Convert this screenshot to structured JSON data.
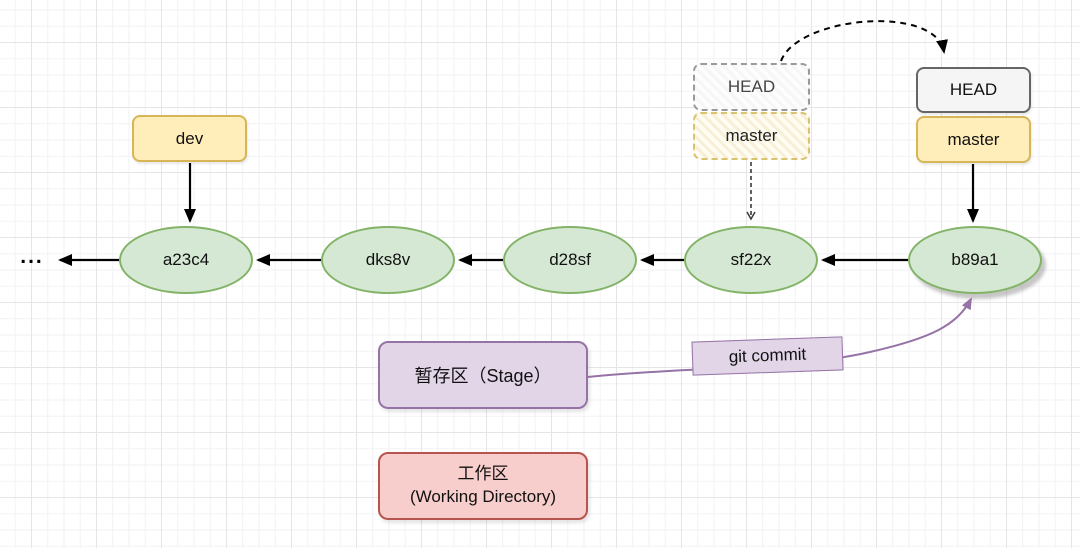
{
  "commits": [
    {
      "id": "a23c4"
    },
    {
      "id": "dks8v"
    },
    {
      "id": "d28sf"
    },
    {
      "id": "sf22x"
    },
    {
      "id": "b89a1"
    }
  ],
  "ellipsis": "...",
  "labels": {
    "dev": "dev",
    "ghost_head": "HEAD",
    "ghost_master": "master",
    "head": "HEAD",
    "master": "master",
    "git_commit": "git commit",
    "stage": "暂存区（Stage）",
    "working_zh": "工作区",
    "working_en": "(Working Directory)"
  },
  "colors": {
    "commit_fill": "#d5e8d4",
    "commit_border": "#82b366",
    "branch_fill": "#ffedba",
    "branch_border": "#d6b656",
    "head_fill": "#f5f5f5",
    "head_border": "#666666",
    "stage_fill": "#e1d5e7",
    "stage_border": "#9673a6",
    "working_fill": "#f8cecc",
    "working_border": "#b85450",
    "arrow": "#000000",
    "commit_arrow": "#9673a6"
  }
}
